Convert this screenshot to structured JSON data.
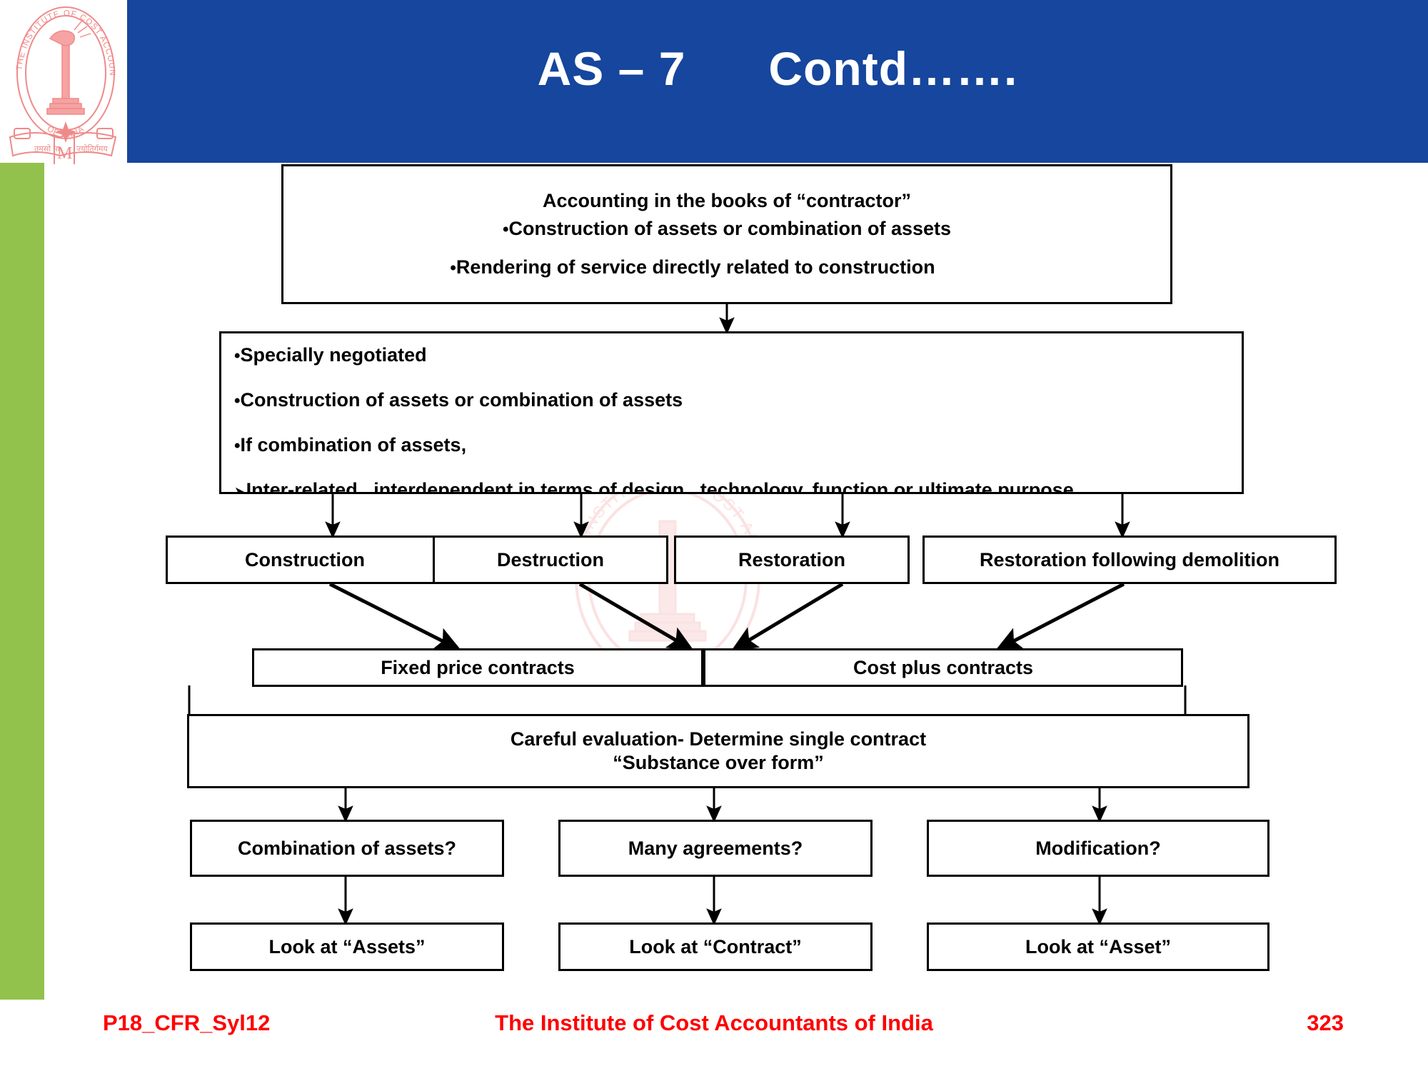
{
  "slide": {
    "title": "AS – 7      Contd…….",
    "accent_blue": "#16469D",
    "accent_green": "#93C24C",
    "footer_red": "#FE0000"
  },
  "logo": {
    "name": "institute-of-cost-accountants-of-india-logo",
    "outer_text_top": "THE INSTITUTE OF COST ACCOUNTANTS",
    "outer_text_bottom": "OF INDIA",
    "motto_left": "तमसो मा",
    "motto_right": "ज्योतिर्गमय",
    "monogram": "M"
  },
  "flow": {
    "box_contractor": {
      "heading": "Accounting in the books of “contractor”",
      "bullets": [
        "Construction of assets or combination of assets",
        "Rendering of service directly related to construction"
      ]
    },
    "box_criteria": {
      "bullets": [
        "Specially negotiated",
        "Construction of assets or combination of assets",
        "If combination of assets,"
      ],
      "sub_bullet": "Inter-related , interdependent in terms of design , technology, function or ultimate purpose"
    },
    "row_types": [
      {
        "label": "Construction"
      },
      {
        "label": "Destruction"
      },
      {
        "label": "Restoration"
      },
      {
        "label": "Restoration following demolition"
      }
    ],
    "row_contracts": [
      {
        "label": "Fixed price contracts"
      },
      {
        "label": "Cost plus contracts"
      }
    ],
    "box_evaluation": {
      "line1": "Careful evaluation- Determine single contract",
      "line2": "“Substance over form”"
    },
    "row_questions": [
      {
        "label": "Combination of assets?"
      },
      {
        "label": "Many agreements?"
      },
      {
        "label": "Modification?"
      }
    ],
    "row_answers": [
      {
        "label": "Look at “Assets”"
      },
      {
        "label": "Look at “Contract”"
      },
      {
        "label": "Look at “Asset”"
      }
    ]
  },
  "footer": {
    "left": "P18_CFR_Syl12",
    "center": "The Institute of Cost Accountants of India",
    "page": "323"
  }
}
